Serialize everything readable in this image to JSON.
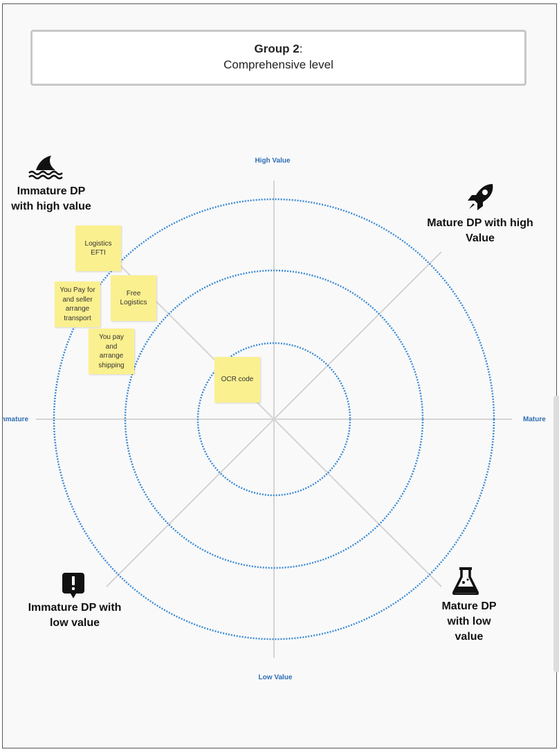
{
  "title": {
    "group": "Group 2",
    "colon": ":",
    "subtitle": "Comprehensive level"
  },
  "axes": {
    "top": "High Value",
    "bottom": "Low Value",
    "left": "Immature",
    "right": "Mature"
  },
  "quadrants": {
    "top_left": {
      "label": "Immature DP with high value",
      "icon": "shark-fin-icon"
    },
    "top_right": {
      "label": "Mature DP with high Value",
      "icon": "rocket-icon"
    },
    "bottom_left": {
      "label": "Immature DP with low value",
      "icon": "alert-icon"
    },
    "bottom_right": {
      "label": "Mature DP with low value",
      "icon": "flask-icon"
    }
  },
  "stickies": [
    {
      "text": "Logistics EFTI"
    },
    {
      "text": "Free Logistics"
    },
    {
      "text": "You Pay for and seller arrange transport"
    },
    {
      "text": "You pay and arrange shipping"
    },
    {
      "text": "OCR code"
    }
  ],
  "colors": {
    "ring": "#3a8ad6",
    "axis": "#d4d4d4",
    "sticky": "#fbf08f",
    "axis_label": "#2f6db3"
  }
}
